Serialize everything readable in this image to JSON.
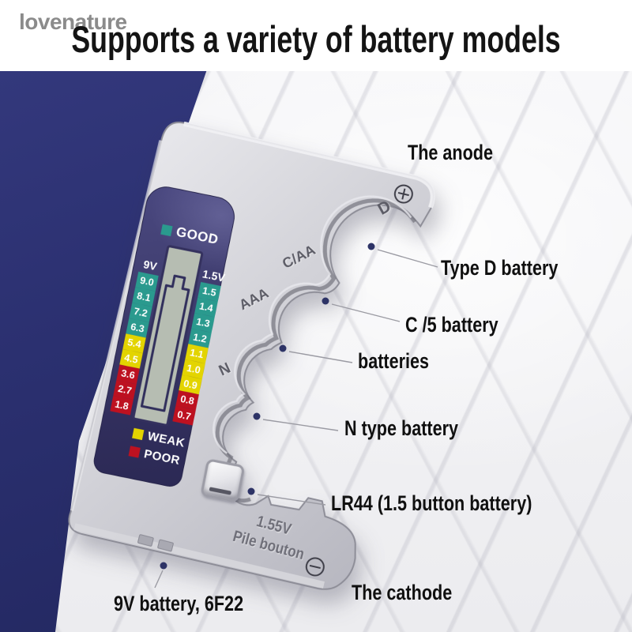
{
  "header": {
    "watermark": "lovenature",
    "title": "Supports a variety of battery models"
  },
  "device": {
    "display": {
      "good_label": "GOOD",
      "weak_label": "WEAK",
      "poor_label": "POOR",
      "left_header": "9V",
      "right_header": "1.5V",
      "left_values": [
        "9.0",
        "8.1",
        "7.2",
        "6.3",
        "5.4",
        "4.5",
        "3.6",
        "2.7",
        "1.8"
      ],
      "right_values": [
        "1.5",
        "1.4",
        "1.3",
        "1.2",
        "1.1",
        "1.0",
        "0.9",
        "0.8",
        "0.7"
      ]
    },
    "slot_labels": {
      "d": "D",
      "c_aa": "C/AA",
      "aaa": "AAA",
      "n": "N"
    },
    "button_cell_label": {
      "line1": "1.55V",
      "line2": "Pile bouton"
    }
  },
  "annotations": {
    "anode": "The anode",
    "type_d": "Type D battery",
    "c5": "C /5 battery",
    "batteries": "batteries",
    "n_type": "N type battery",
    "lr44": "LR44 (1.5 button battery)",
    "nine_v": "9V battery, 6F22",
    "cathode": "The cathode"
  },
  "colors": {
    "navy_background": "#2b3070",
    "panel": "#3c3a6a",
    "good": "#2a9a8e",
    "weak": "#e3d400",
    "poor": "#bd1120",
    "lcd": "#b6bdb2"
  }
}
